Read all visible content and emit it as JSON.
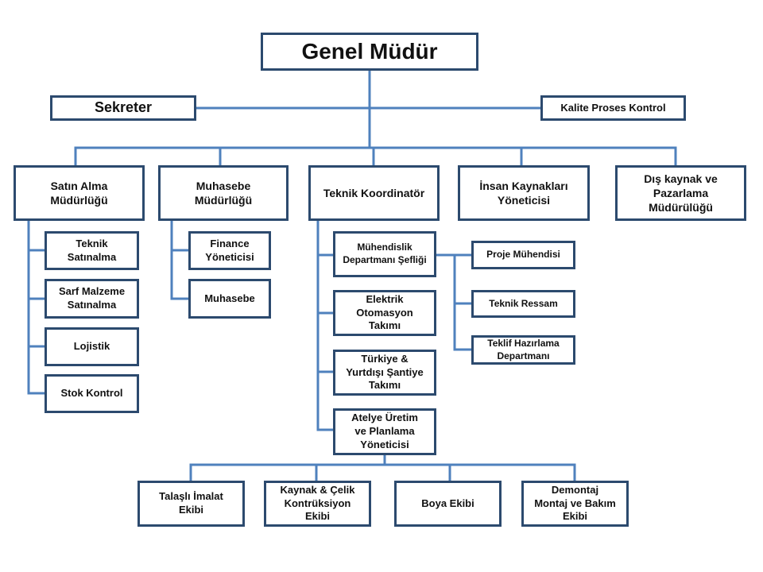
{
  "nodes": {
    "genel_mudur": "Genel Müdür",
    "sekreter": "Sekreter",
    "kalite": "Kalite Proses Kontrol",
    "satin_alma": "Satın Alma\nMüdürlüğü",
    "muhasebe_mud": "Muhasebe\nMüdürlüğü",
    "teknik_koord": "Teknik Koordinatör",
    "insan_kaynaklari": "İnsan Kaynakları\nYöneticisi",
    "dis_kaynak": "Dış kaynak ve\nPazarlama\nMüdürülüğü",
    "teknik_satinalma": "Teknik\nSatınalma",
    "sarf_malzeme": "Sarf Malzeme\nSatınalma",
    "lojistik": "Lojistik",
    "stok_kontrol": "Stok Kontrol",
    "finance": "Finance\nYöneticisi",
    "muhasebe": "Muhasebe",
    "muhendislik": "Mühendislik\nDepartmanı Şefliği",
    "elektrik": "Elektrik\nOtomasyon\nTakımı",
    "santiye": "Türkiye &\nYurtdışı Şantiye\nTakımı",
    "atelye": "Atelye Üretim\nve Planlama\nYöneticisi",
    "proje_muhendisi": "Proje Mühendisi",
    "teknik_ressam": "Teknik Ressam",
    "teklif": "Teklif Hazırlama\nDepartmanı",
    "talasli": "Talaşlı İmalat\nEkibi",
    "kaynak": "Kaynak & Çelik\nKontrüksiyon\nEkibi",
    "boya": "Boya Ekibi",
    "demontaj": "Demontaj\nMontaj ve Bakım\nEkibi"
  },
  "colors": {
    "box_border": "#2c4a6e",
    "connector": "#4f81bd",
    "text": "#111111",
    "background": "#ffffff"
  }
}
